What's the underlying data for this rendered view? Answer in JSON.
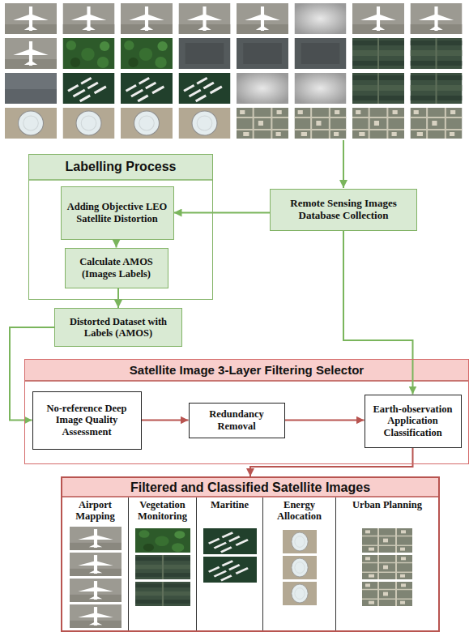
{
  "diagram": {
    "nodes": [
      {
        "text": [
          "Labelling Process"
        ]
      },
      {
        "text": [
          "Adding Objective LEO Satellite Distortion"
        ],
        "in": 0
      },
      {
        "text": [
          "Calculate AMOS (Images Labels)"
        ],
        "in": 0
      },
      {
        "text": [
          "Remote Sensing Images Database Collection"
        ]
      },
      {
        "text": [
          "Distorted Dataset with Labels (AMOS)"
        ]
      },
      {
        "text": [
          "Satellite Image 3-Layer Filtering Selector"
        ]
      },
      {
        "text": [
          "No-reference Deep Image Quality Assessment"
        ],
        "in": 5
      },
      {
        "text": [
          "Redundancy Removal"
        ],
        "in": 5
      },
      {
        "text": [
          "Earth-observation Application Classification"
        ],
        "in": 5
      },
      {
        "text": [
          "Filtered and Classified Satellite Images"
        ]
      },
      {
        "text": [
          "Airport Mapping"
        ],
        "in": 9
      },
      {
        "text": [
          "Vegetation Monitoring"
        ],
        "in": 9
      },
      {
        "text": [
          "Maritine"
        ],
        "in": 9
      },
      {
        "text": [
          "Energy Allocation"
        ],
        "in": 9
      },
      {
        "text": [
          "Urban Planning"
        ],
        "in": 9
      }
    ],
    "edges": [
      {
        "from": 3,
        "to": 1,
        "arrow": "to"
      },
      {
        "from": 1,
        "to": 2,
        "arrow": "to"
      },
      {
        "from": 2,
        "to": 4,
        "arrow": "to"
      },
      {
        "from": 4,
        "to": 6,
        "arrow": "to"
      },
      {
        "from": 3,
        "to": 8,
        "arrow": "to"
      },
      {
        "from": 6,
        "to": 7,
        "arrow": "to"
      },
      {
        "from": 7,
        "to": 8,
        "arrow": "to"
      },
      {
        "from": 8,
        "to": 9,
        "arrow": "to"
      }
    ]
  }
}
